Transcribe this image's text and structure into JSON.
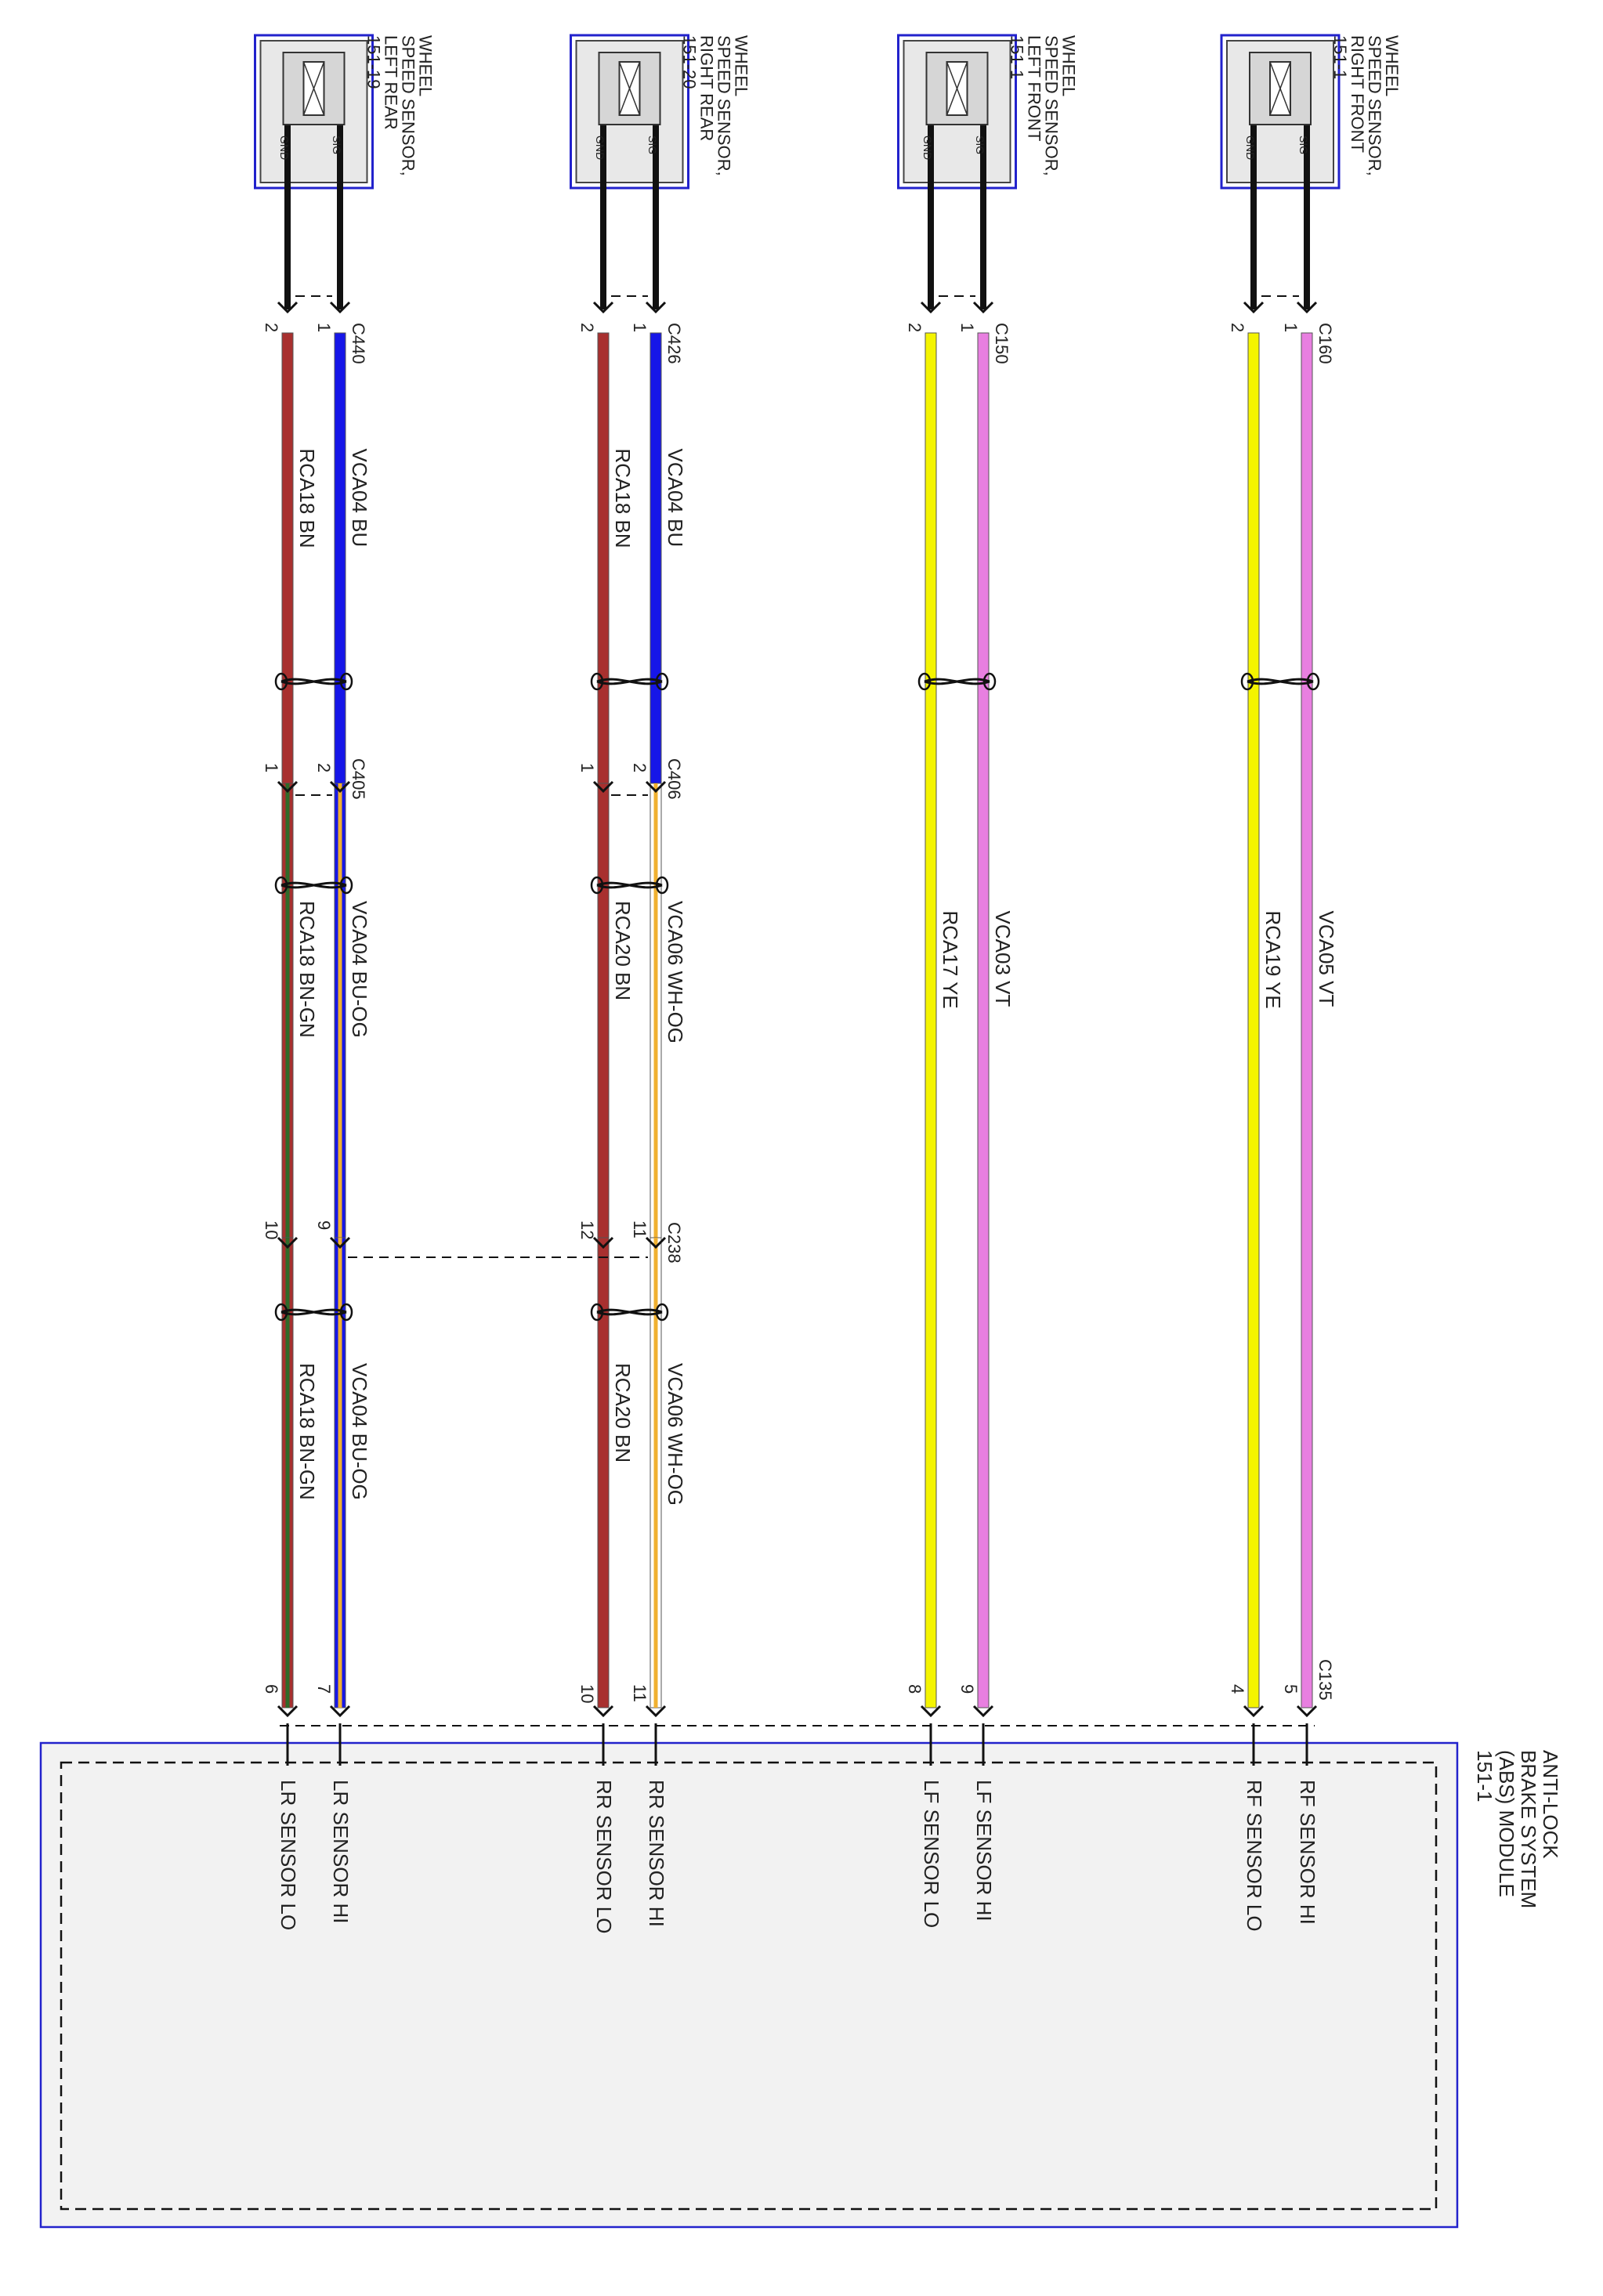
{
  "colors": {
    "BN": "#a8302f",
    "BU": "#1616e8",
    "YE": "#f4f400",
    "VT": "#e87fe0",
    "GN": "#2f6a2a",
    "OG": "#f0b030",
    "WH": "#ffffff",
    "outline": "#2222cc",
    "black": "#111111",
    "module_fill": "#f2f2f2"
  },
  "sensors": [
    {
      "name": "left-rear",
      "lines": [
        "WHEEL",
        "SPEED SENSOR,",
        "LEFT REAR",
        "151-19"
      ],
      "gnd": "GND",
      "sig": "SIG"
    },
    {
      "name": "right-rear",
      "lines": [
        "WHEEL",
        "SPEED SENSOR,",
        "RIGHT REAR",
        "151-20"
      ],
      "gnd": "GND",
      "sig": "SIG"
    },
    {
      "name": "left-front",
      "lines": [
        "WHEEL",
        "SPEED SENSOR,",
        "LEFT FRONT",
        "151-1"
      ],
      "gnd": "GND",
      "sig": "SIG"
    },
    {
      "name": "right-front",
      "lines": [
        "WHEEL",
        "SPEED SENSOR,",
        "RIGHT FRONT",
        "151-1"
      ],
      "gnd": "GND",
      "sig": "SIG"
    }
  ],
  "connectors_top": [
    {
      "name": "C440",
      "pin_gnd": "2",
      "pin_sig": "1"
    },
    {
      "name": "C426",
      "pin_gnd": "2",
      "pin_sig": "1"
    },
    {
      "name": "C150",
      "pin_gnd": "2",
      "pin_sig": "1"
    },
    {
      "name": "C160",
      "pin_gnd": "2",
      "pin_sig": "1"
    }
  ],
  "connectors_mid": [
    {
      "name": "C405",
      "pin_gnd": "1",
      "pin_sig": "2"
    },
    {
      "name": "C406",
      "pin_gnd": "1",
      "pin_sig": "2"
    }
  ],
  "connector_c238": {
    "name": "C238",
    "pins": [
      "10",
      "9",
      "12",
      "11"
    ]
  },
  "connector_c135": {
    "name": "C135",
    "pins": [
      "6",
      "7",
      "10",
      "11",
      "8",
      "9",
      "4",
      "5"
    ]
  },
  "wire_segments": [
    {
      "gnd": [
        {
          "circuit": "RCA18",
          "color": "BN"
        },
        {
          "circuit": "RCA18",
          "color": "BN-GN"
        },
        {
          "circuit": "RCA18",
          "color": "BN-GN"
        }
      ],
      "sig": [
        {
          "circuit": "VCA04",
          "color": "BU"
        },
        {
          "circuit": "VCA04",
          "color": "BU-OG"
        },
        {
          "circuit": "VCA04",
          "color": "BU-OG"
        }
      ]
    },
    {
      "gnd": [
        {
          "circuit": "RCA18",
          "color": "BN"
        },
        {
          "circuit": "RCA20",
          "color": "BN"
        },
        {
          "circuit": "RCA20",
          "color": "BN"
        }
      ],
      "sig": [
        {
          "circuit": "VCA04",
          "color": "BU"
        },
        {
          "circuit": "VCA06",
          "color": "WH-OG"
        },
        {
          "circuit": "VCA06",
          "color": "WH-OG"
        }
      ]
    },
    {
      "gnd": [
        {
          "circuit": "RCA17",
          "color": "YE"
        }
      ],
      "sig": [
        {
          "circuit": "VCA03",
          "color": "VT"
        }
      ]
    },
    {
      "gnd": [
        {
          "circuit": "RCA19",
          "color": "YE"
        }
      ],
      "sig": [
        {
          "circuit": "VCA05",
          "color": "VT"
        }
      ]
    }
  ],
  "module": {
    "lines": [
      "ANTI-LOCK",
      "BRAKE SYSTEM",
      "(ABS) MODULE",
      "151-1"
    ],
    "pins": [
      "LR SENSOR LO",
      "LR SENSOR HI",
      "RR SENSOR LO",
      "RR SENSOR HI",
      "LF SENSOR LO",
      "LF SENSOR HI",
      "RF SENSOR LO",
      "RF SENSOR HI"
    ]
  }
}
